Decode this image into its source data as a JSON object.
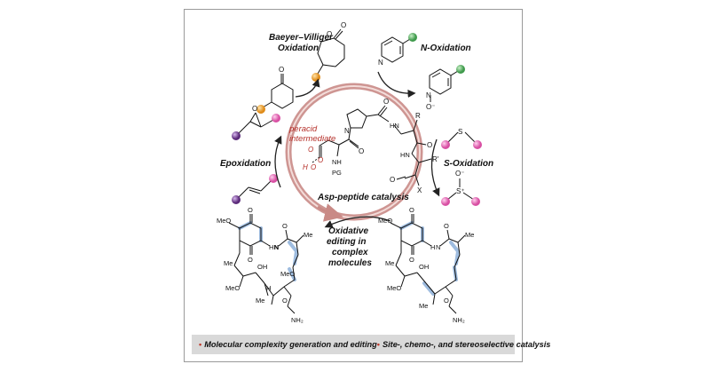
{
  "labels": {
    "baeyer_villiger": [
      "Baeyer–Villiger",
      "Oxidation"
    ],
    "n_oxidation": "N-Oxidation",
    "epoxidation": "Epoxidation",
    "s_oxidation": "S-Oxidation",
    "center_title": "Asp-peptide catalysis",
    "peracid": [
      "peracid",
      "intermediate"
    ],
    "oxidative_editing": [
      "Oxidative",
      "editing in",
      "complex",
      "molecules"
    ]
  },
  "chem_atoms": {
    "o": "O",
    "n": "N",
    "s": "S",
    "nh": "NH",
    "hn": "HN",
    "h": "H",
    "r": "R",
    "r_prime": "R′",
    "x": "X",
    "pg": "PG",
    "ho": "H",
    "me": "Me",
    "meo": "MeO",
    "oh": "OH",
    "nh2": "NH₂",
    "o_minus": "O⁻",
    "n_plus": "N⁺",
    "s_plus": "S⁺"
  },
  "footer": {
    "items": [
      "Molecular complexity generation and editing",
      "Site-, chemo-, and stereoselective catalysis"
    ]
  },
  "colors": {
    "ring": "#c98a86",
    "ring_inner": "#e9c9c5",
    "accent_red": "#b5302a",
    "orange": "#f0a23a",
    "green": "#5fb46a",
    "pink": "#e86fb8",
    "purple": "#7a3d9a",
    "blue_highlight": "#4f86c6"
  }
}
